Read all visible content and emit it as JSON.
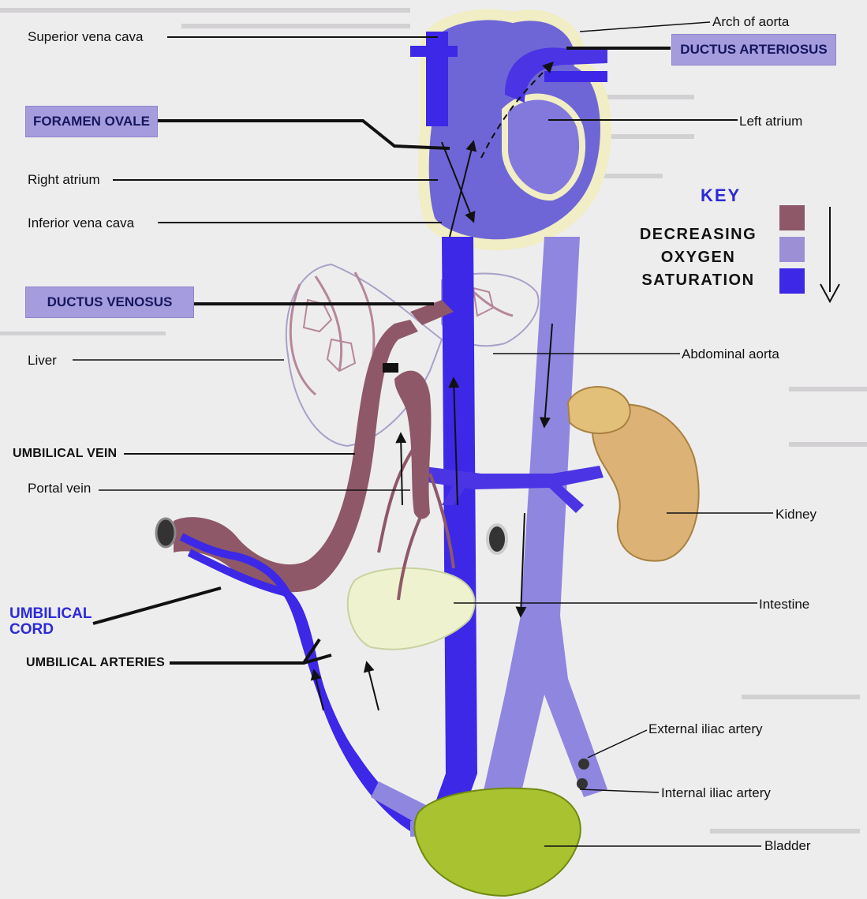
{
  "labels": {
    "superior_vena_cava": "Superior vena cava",
    "arch_of_aorta": "Arch of aorta",
    "ductus_arteriosus": "DUCTUS ARTERIOSUS",
    "foramen_ovale": "FORAMEN OVALE",
    "left_atrium": "Left atrium",
    "right_atrium": "Right atrium",
    "inferior_vena_cava": "Inferior vena cava",
    "ductus_venosus": "DUCTUS VENOSUS",
    "abdominal_aorta": "Abdominal aorta",
    "liver": "Liver",
    "umbilical_vein": "UMBILICAL VEIN",
    "portal_vein": "Portal vein",
    "kidney": "Kidney",
    "umbilical_cord_line1": "UMBILICAL",
    "umbilical_cord_line2": "CORD",
    "intestine": "Intestine",
    "umbilical_arteries": "UMBILICAL ARTERIES",
    "external_iliac_artery": "External iliac artery",
    "internal_iliac_artery": "Internal iliac artery",
    "bladder": "Bladder"
  },
  "key": {
    "title": "KEY",
    "line1": "DECREASING",
    "line2": "OXYGEN",
    "line3": "SATURATION",
    "swatches": [
      "#8e5868",
      "#9c8fd6",
      "#3c28e6"
    ]
  },
  "colors": {
    "oxygenated_vessel": "#3c28e6",
    "mixed_vessel": "#8f86e0",
    "deoxygenated_vessel": "#8e5868",
    "highlight_box": "#a49cdc",
    "heart_outline": "#f1edc4"
  }
}
